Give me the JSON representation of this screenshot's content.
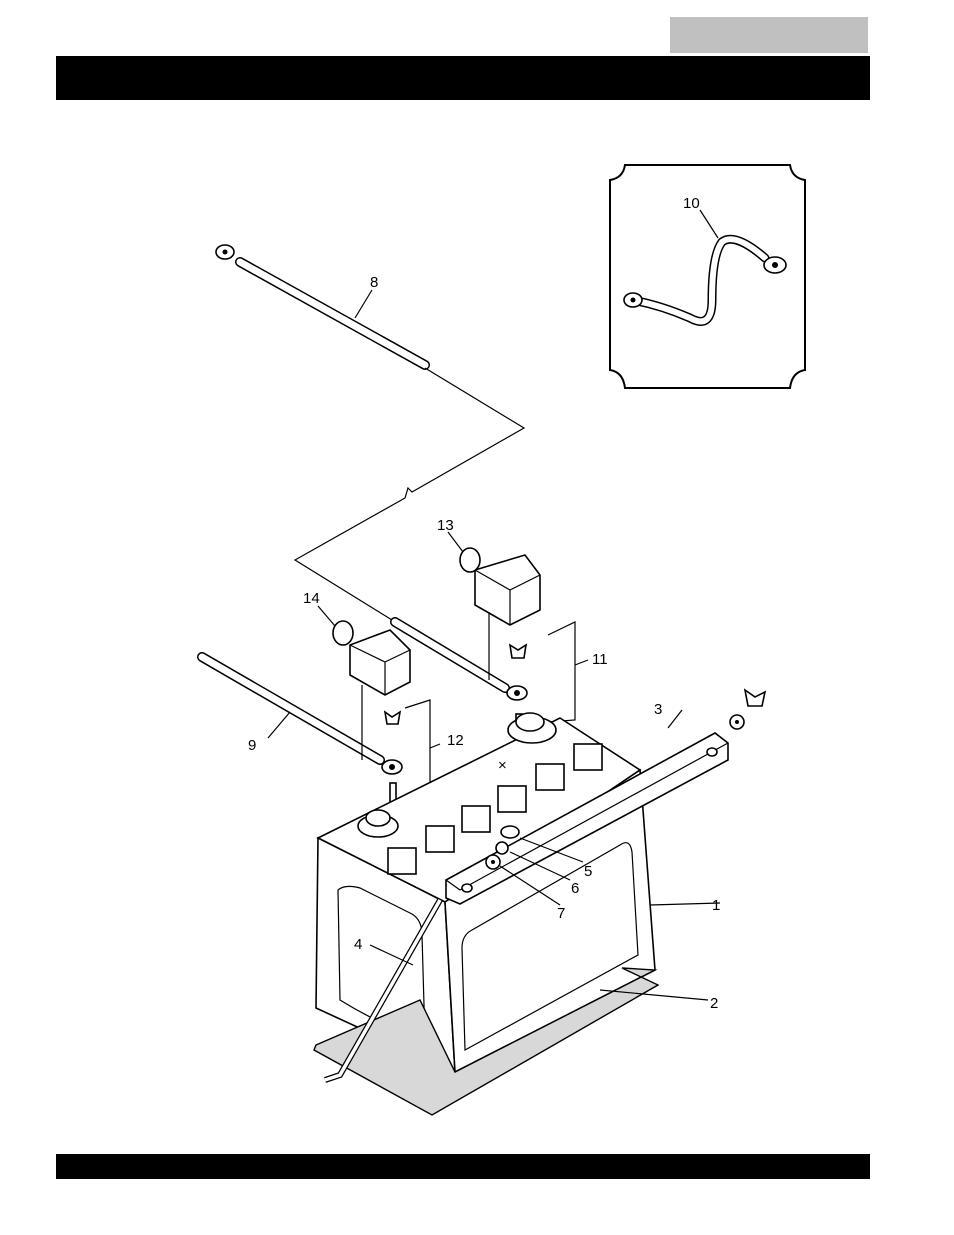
{
  "header": {
    "tab_text": "",
    "bar_text": ""
  },
  "footer": {
    "bar_text": ""
  },
  "callouts": [
    "1",
    "2",
    "3",
    "4",
    "5",
    "6",
    "7",
    "8",
    "9",
    "10",
    "11",
    "12",
    "13",
    "14"
  ],
  "colors": {
    "bar": "#000000",
    "tab": "#c0c0c0",
    "line": "#000000",
    "background": "#ffffff"
  }
}
